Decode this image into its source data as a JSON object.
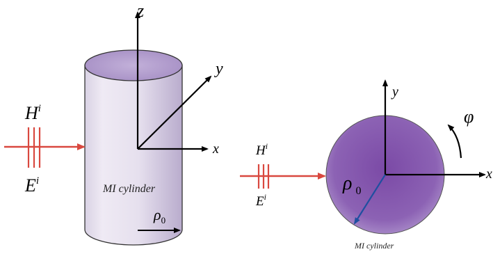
{
  "left_panel": {
    "axis_z": "z",
    "axis_y": "y",
    "axis_x": "x",
    "wave_h_base": "H",
    "wave_h_sup": "i",
    "wave_e_base": "E",
    "wave_e_sup": "i",
    "cylinder_label": "MI cylinder",
    "radius_base": "ρ",
    "radius_sub": "0"
  },
  "right_panel": {
    "axis_y": "y",
    "axis_x": "x",
    "angle_label": "φ",
    "wave_h_base": "H",
    "wave_h_sup": "i",
    "wave_e_base": "E",
    "wave_e_sup": "i",
    "radius_base": "ρ",
    "radius_sub": "0",
    "cylinder_caption": "MI cylinder"
  },
  "colors": {
    "wave_arrow": "#d9483f",
    "radius_arrow": "#1f4fa0",
    "cylinder_fill": "#c8bcd8"
  }
}
